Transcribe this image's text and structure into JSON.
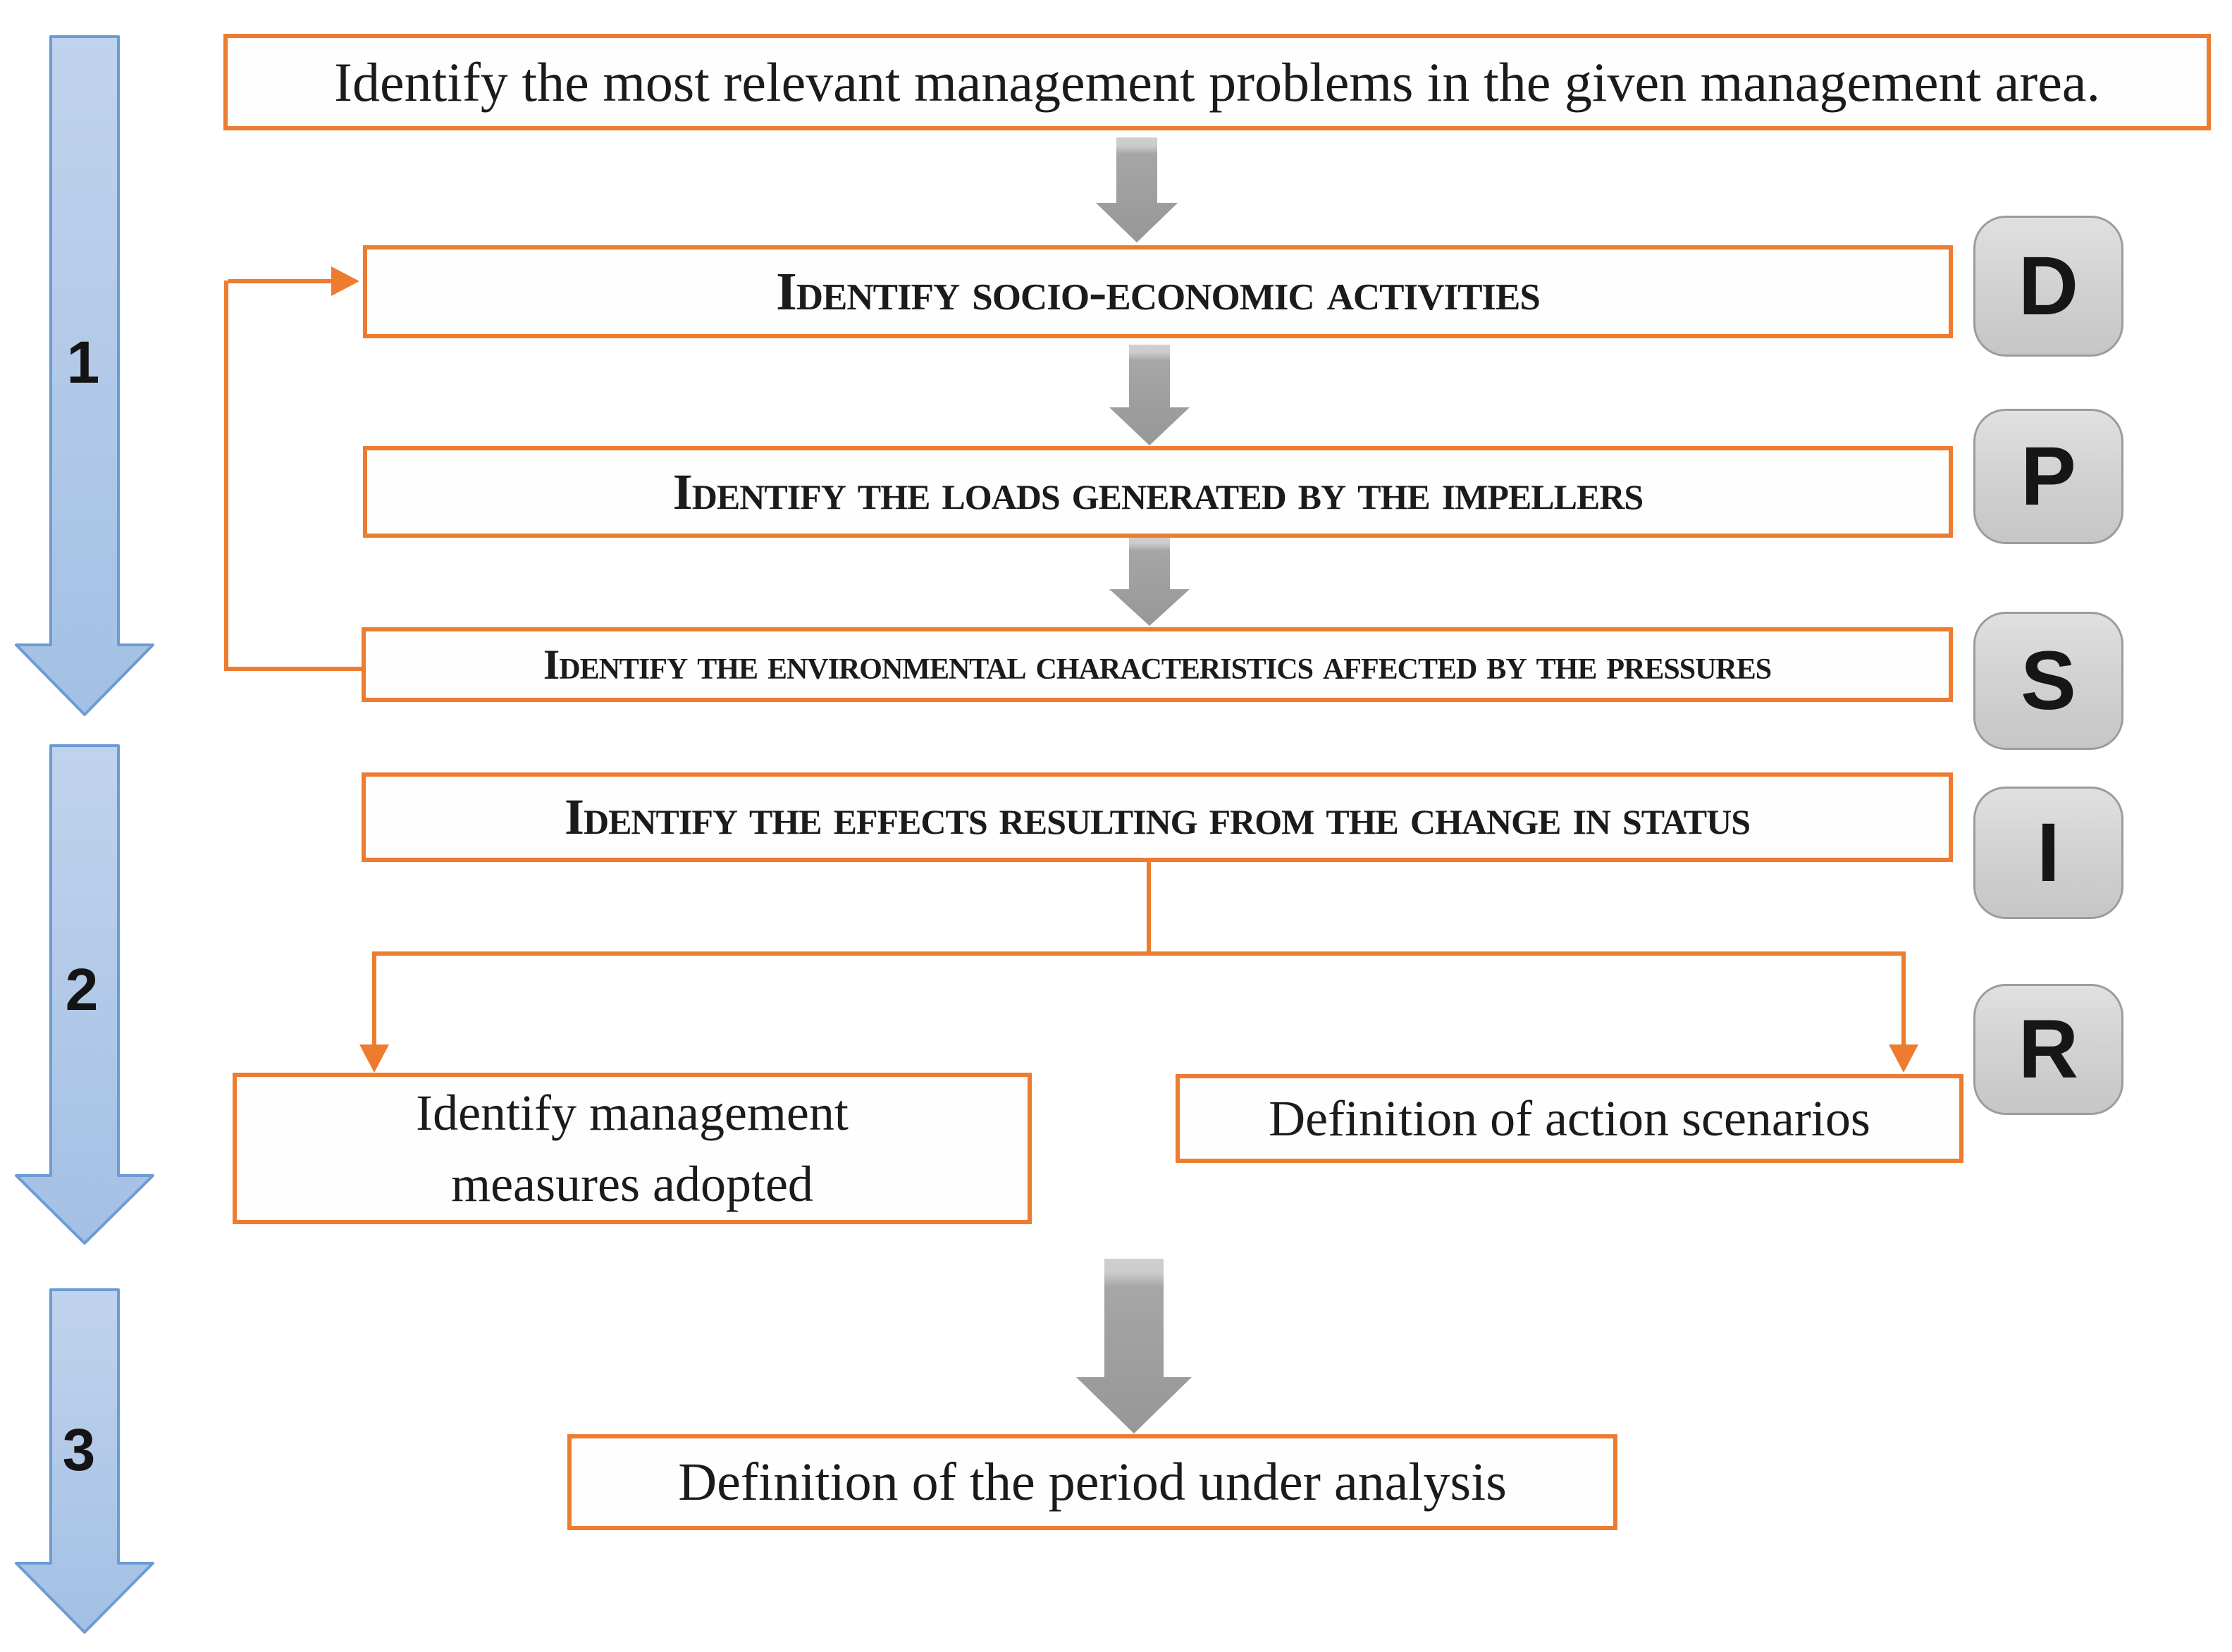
{
  "boxes": {
    "problem": "Identify the most relevant management problems in the given management area.",
    "driver": "Identify socio-economic activities",
    "pressure": "Identify the loads generated by the impellers",
    "state": "Identify the environmental characteristics affected by the pressures",
    "impact": "Identify the effects resulting from the change in status",
    "measures": "Identify management measures adopted",
    "scenarios": "Definition of action scenarios",
    "period": "Definition of the period under analysis"
  },
  "dpsir_labels": {
    "driver": "D",
    "pressure": "P",
    "state": "S",
    "impact": "I",
    "response": "R"
  },
  "stage_numbers": {
    "stage1": "1",
    "stage2": "2",
    "stage3": "3"
  },
  "colors": {
    "box_border_orange": "#ED7C31",
    "connector_orange": "#ED7C31",
    "stage_arrow_blue_fill": "#AEC7E7",
    "stage_arrow_blue_border": "#6D9BD4",
    "flow_arrow_gray": "#9E9E9E",
    "tag_gray_fill": "#D2D2D2",
    "tag_gray_border": "#9C9C9C",
    "text_color": "#1B1B1B"
  }
}
